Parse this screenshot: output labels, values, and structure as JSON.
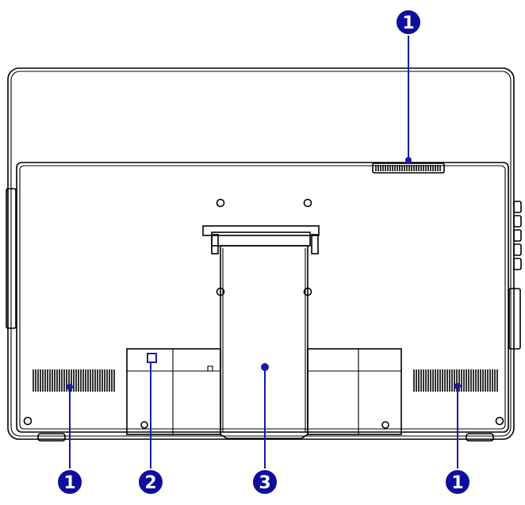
{
  "callouts": [
    {
      "id": "top-vent",
      "label": "1"
    },
    {
      "id": "left-vent",
      "label": "1"
    },
    {
      "id": "lock-slot",
      "label": "2"
    },
    {
      "id": "stand",
      "label": "3"
    },
    {
      "id": "right-vent",
      "label": "1"
    }
  ],
  "colors": {
    "callout_fill": "#0d0d9e",
    "callout_line": "#1a1aa6",
    "outline": "#000000"
  }
}
